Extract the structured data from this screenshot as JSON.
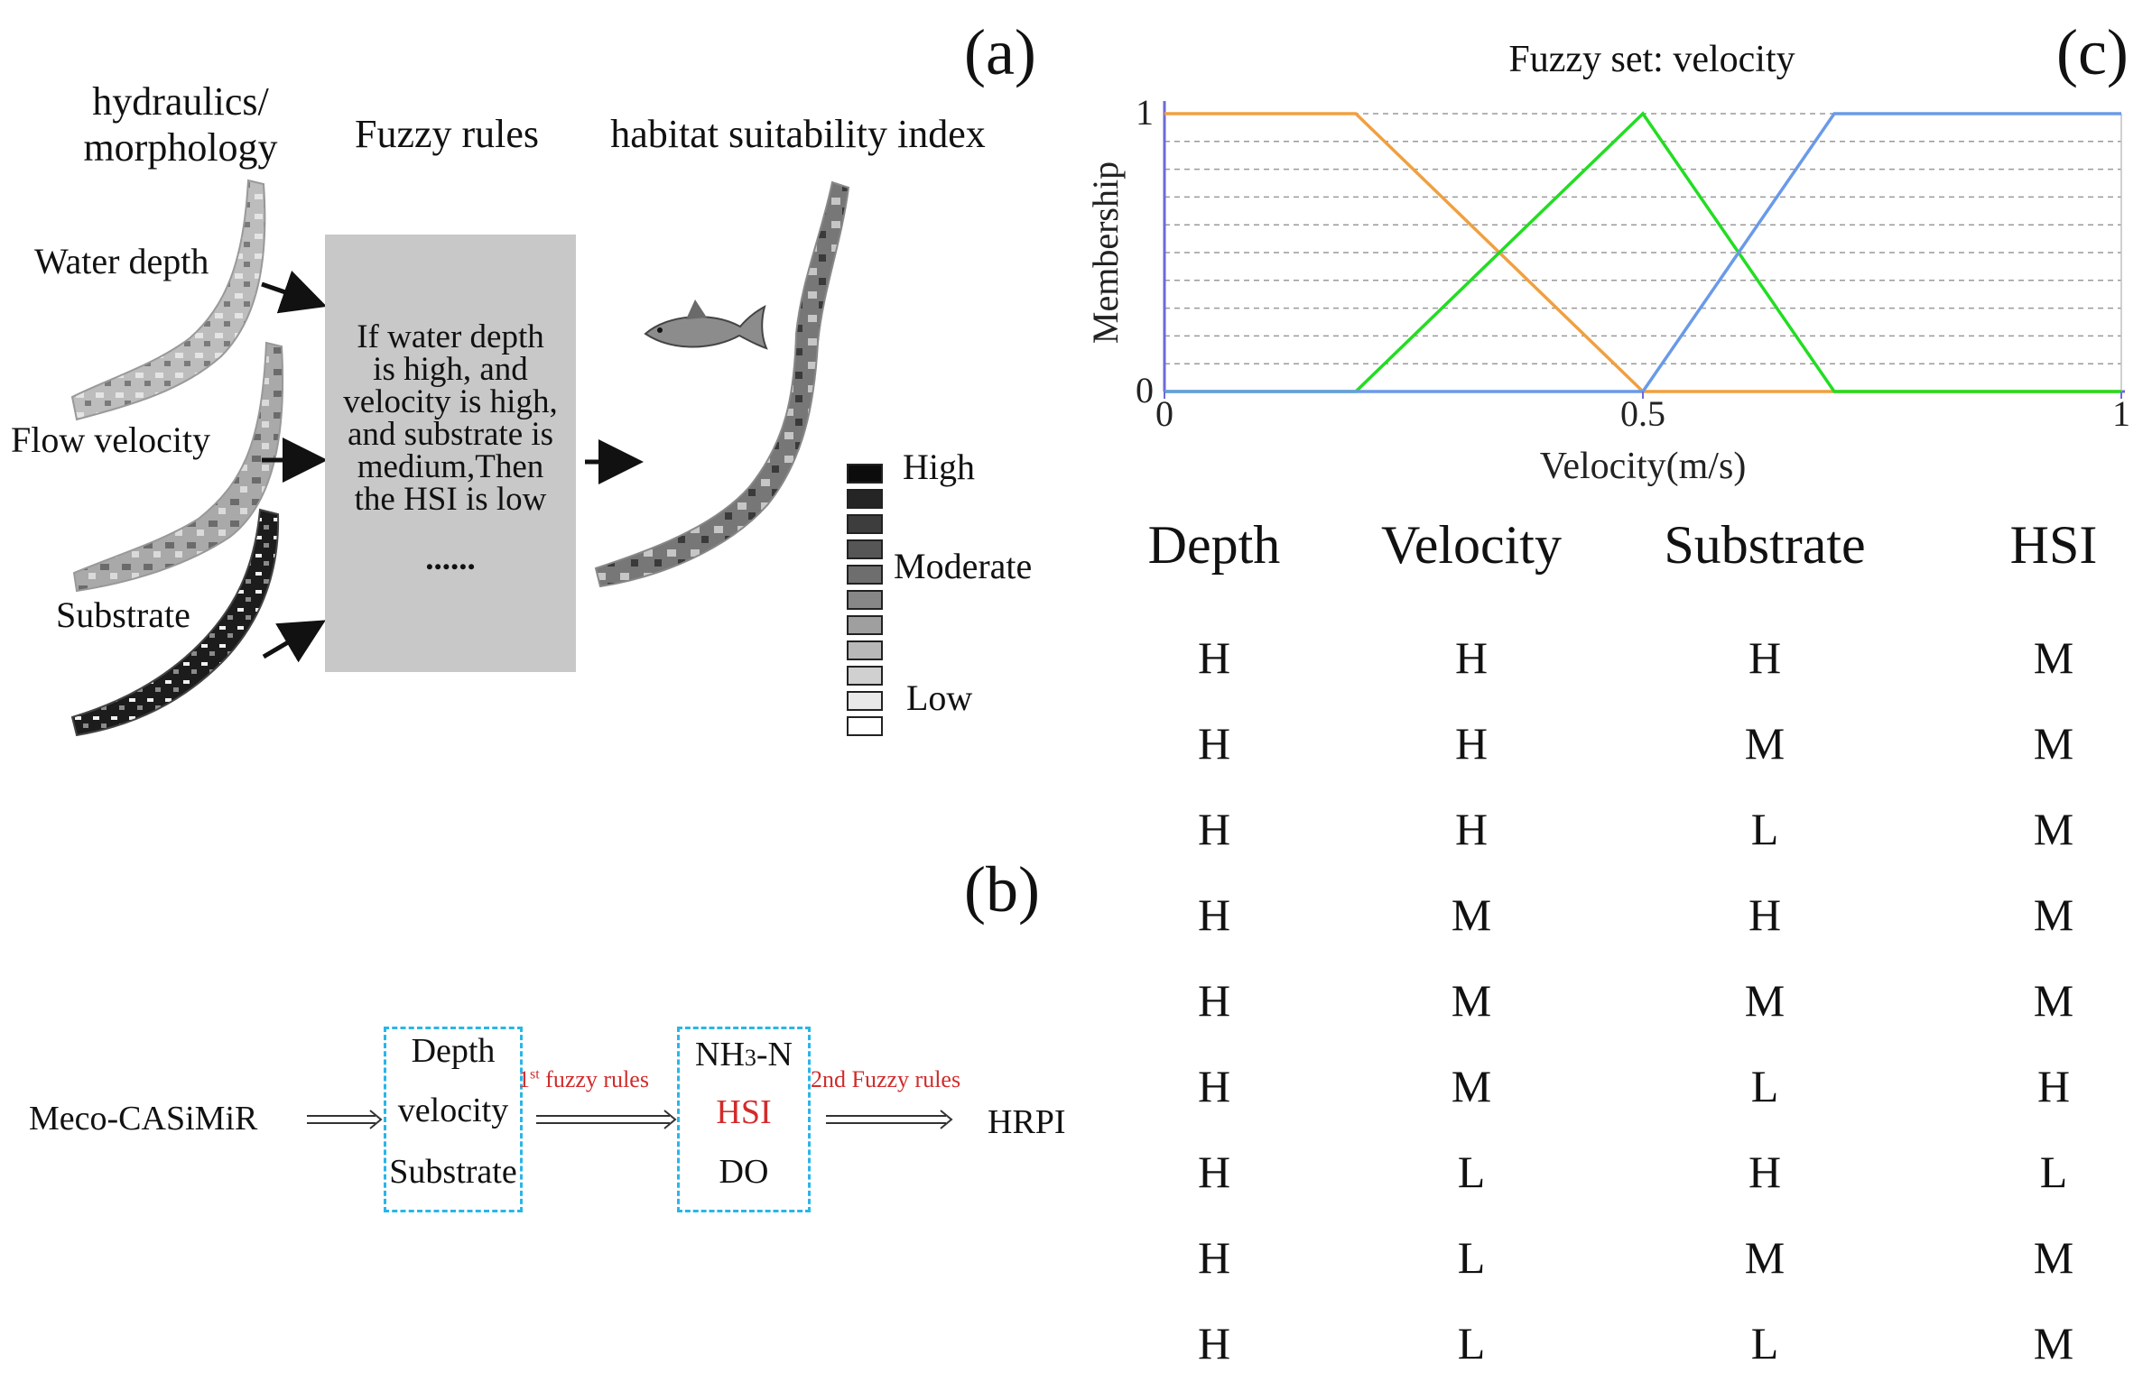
{
  "panel_a": {
    "letter": "(a)",
    "col_headers": {
      "hydraulics": [
        "hydraulics/",
        "morphology"
      ],
      "fuzzy": "Fuzzy rules",
      "hsi": "habitat suitability index"
    },
    "inputs": [
      "Water depth",
      "Flow velocity",
      "Substrate"
    ],
    "rule_lines": [
      "If water depth",
      "is high, and",
      "velocity is high,",
      "and substrate is",
      "medium,Then",
      "the HSI is low"
    ],
    "ellipsis": "......",
    "legend": {
      "high": "High",
      "moderate": "Moderate",
      "low": "Low",
      "shades": [
        "#0c0c0c",
        "#252525",
        "#3d3d3d",
        "#565656",
        "#6e6e6e",
        "#878787",
        "#9f9f9f",
        "#b8b8b8",
        "#d0d0d0",
        "#e8e8e8",
        "#ffffff"
      ]
    }
  },
  "panel_b": {
    "letter": "(b)",
    "source": "Meco-CASiMiR",
    "group1": [
      "Depth",
      "velocity",
      "Substrate"
    ],
    "rule1": {
      "ord": "1",
      "sup": "st",
      "text": " fuzzy rules"
    },
    "group2": {
      "top_a": "NH",
      "top_sub": "3",
      "top_b": "-N",
      "mid": "HSI",
      "bottom": "DO"
    },
    "rule2": "2nd Fuzzy rules",
    "output": "HRPI",
    "accent_color": "#d22b2b",
    "box_color": "#29b6e8"
  },
  "panel_c": {
    "letter": "(c)",
    "table": {
      "headers": [
        "Depth",
        "Velocity",
        "Substrate",
        "HSI"
      ],
      "rows": [
        [
          "H",
          "H",
          "H",
          "M"
        ],
        [
          "H",
          "H",
          "M",
          "M"
        ],
        [
          "H",
          "H",
          "L",
          "M"
        ],
        [
          "H",
          "M",
          "H",
          "M"
        ],
        [
          "H",
          "M",
          "M",
          "M"
        ],
        [
          "H",
          "M",
          "L",
          "H"
        ],
        [
          "H",
          "L",
          "H",
          "L"
        ],
        [
          "H",
          "L",
          "M",
          "M"
        ],
        [
          "H",
          "L",
          "L",
          "M"
        ]
      ]
    }
  },
  "chart_data": {
    "type": "line",
    "title": "Fuzzy set: velocity",
    "xlabel": "Velocity(m/s)",
    "ylabel": "Membership",
    "xlim": [
      0,
      1
    ],
    "ylim": [
      0,
      1
    ],
    "x_ticks": [
      {
        "value": 0,
        "label": "0"
      },
      {
        "value": 0.5,
        "label": "0.5"
      },
      {
        "value": 1,
        "label": "1"
      }
    ],
    "y_ticks": [
      {
        "value": 0,
        "label": "0"
      },
      {
        "value": 1,
        "label": "1"
      }
    ],
    "grid": "horizontal dashed",
    "series": [
      {
        "color": "#f0a040",
        "x": [
          0,
          0.2,
          0.5,
          1
        ],
        "y": [
          1,
          1,
          0,
          0
        ]
      },
      {
        "color": "#22dd22",
        "x": [
          0,
          0.2,
          0.5,
          0.7,
          1
        ],
        "y": [
          0,
          0,
          1,
          0,
          0
        ]
      },
      {
        "color": "#6a9ae8",
        "x": [
          0,
          0.5,
          0.7,
          1
        ],
        "y": [
          0,
          0,
          1,
          1
        ]
      }
    ]
  }
}
